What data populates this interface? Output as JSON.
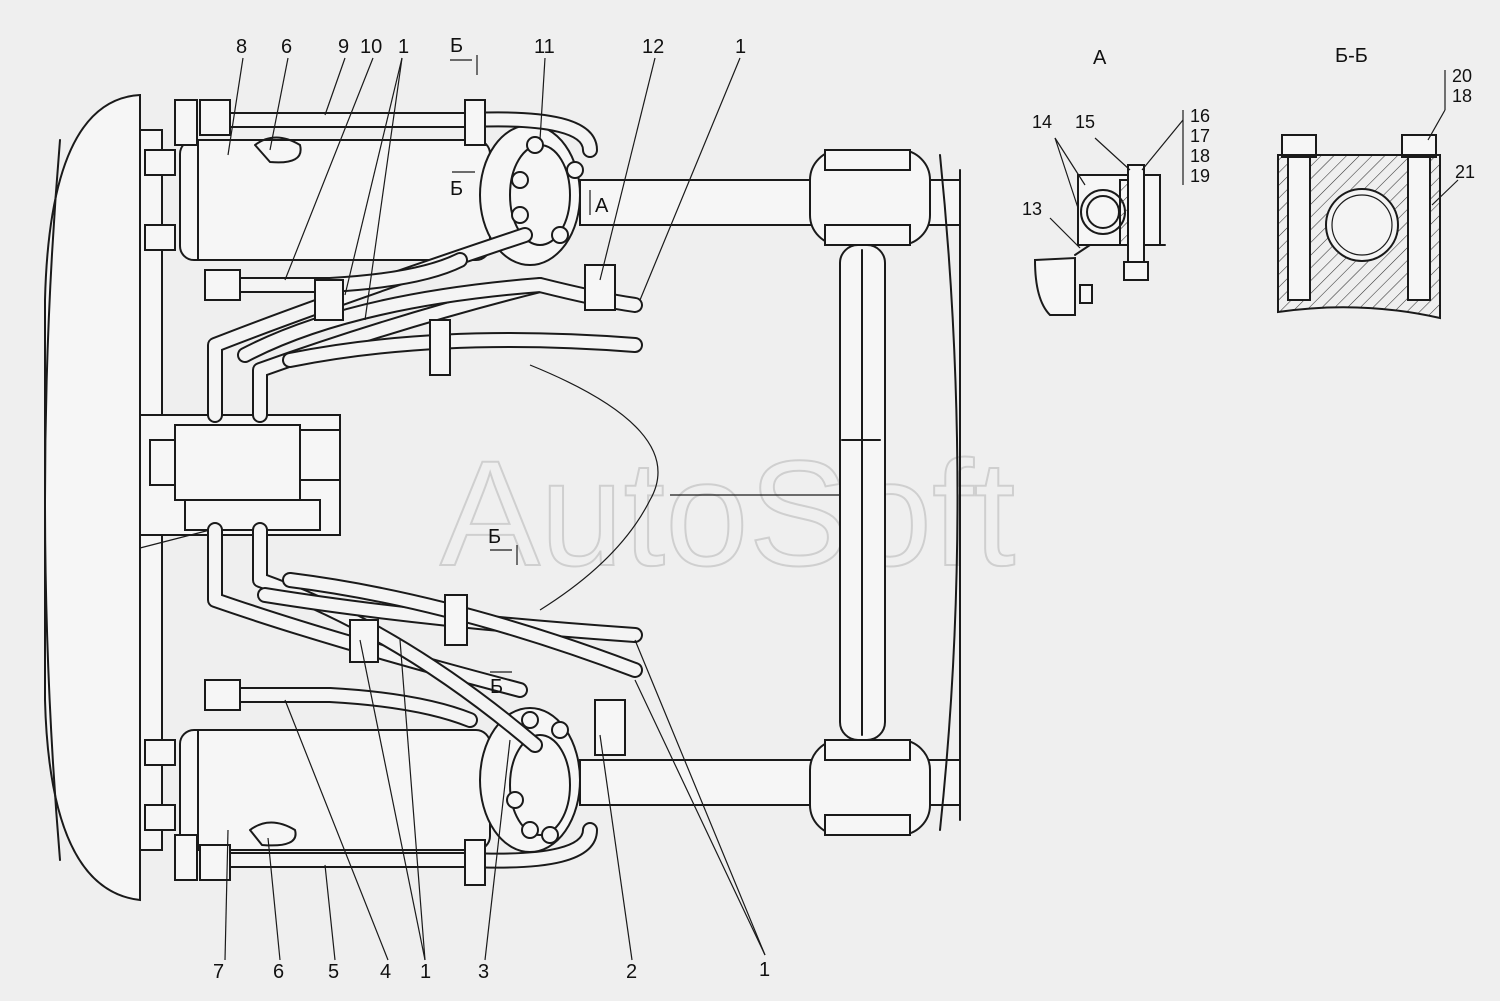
{
  "watermark": "AutoSoft",
  "views": {
    "detail_a": "А",
    "section_bb": "Б-Б"
  },
  "markers": {
    "section": "Б",
    "detail": "А"
  },
  "callouts": {
    "n1": "1",
    "n2": "2",
    "n3": "3",
    "n4": "4",
    "n5": "5",
    "n6": "6",
    "n7": "7",
    "n8": "8",
    "n9": "9",
    "n10": "10",
    "n11": "11",
    "n12": "12",
    "n13": "13",
    "n14": "14",
    "n15": "15",
    "n16": "16",
    "n17": "17",
    "n18": "18",
    "n19": "19",
    "n20": "20",
    "n21": "21"
  }
}
